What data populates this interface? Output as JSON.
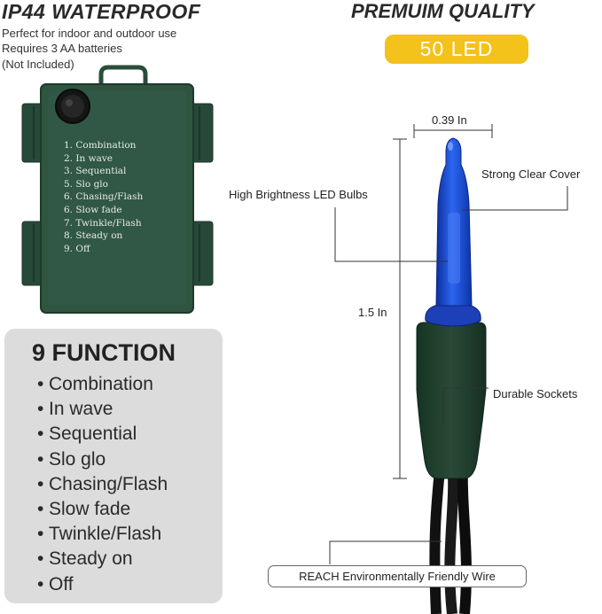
{
  "header_left": {
    "title": "IP44 WATERPROOF",
    "lines": [
      "Perfect for indoor and outdoor use",
      "Requires 3 AA batteries",
      "(Not Included)"
    ]
  },
  "header_right": {
    "title": "PREMUIM QUALITY",
    "badge": "50 LED"
  },
  "battery_box": {
    "items": [
      "1. Combination",
      "2. In wave",
      "3. Sequential",
      "5. Slo glo",
      "6. Chasing/Flash",
      "6. Slow fade",
      "7. Twinkle/Flash",
      "8. Steady on",
      "9. Off"
    ]
  },
  "functions": {
    "title": "9 FUNCTION",
    "bullet": "•",
    "items": [
      "Combination",
      "In wave",
      "Sequential",
      "Slo glo",
      "Chasing/Flash",
      "Slow fade",
      "Twinkle/Flash",
      "Steady on",
      "Off"
    ]
  },
  "callouts": {
    "width": "0.39 In",
    "height": "1.5 In",
    "brightness": "High Brightness LED Bulbs",
    "cover": "Strong Clear Cover",
    "sockets": "Durable Sockets",
    "wire": "REACH Environmentally Friendly Wire"
  },
  "colors": {
    "badge": "#f3c21b",
    "box_green": "#2f5440",
    "bulb_blue": "#1a4fd6",
    "socket_green": "#1f3d2c",
    "panel_gray": "#dcdcdc"
  }
}
